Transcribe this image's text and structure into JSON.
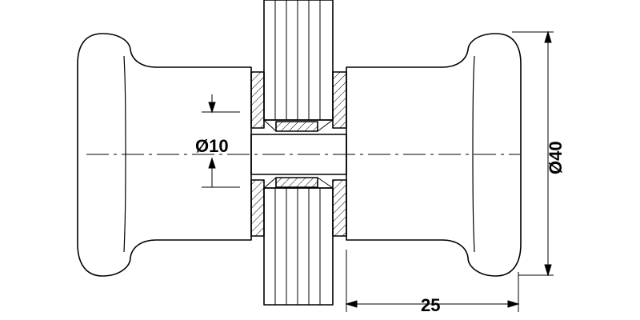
{
  "dimensions": {
    "diameter_10": "Ø10",
    "diameter_40": "Ø40",
    "length_25": "25"
  },
  "colors": {
    "line": "#000000",
    "background": "#ffffff"
  }
}
